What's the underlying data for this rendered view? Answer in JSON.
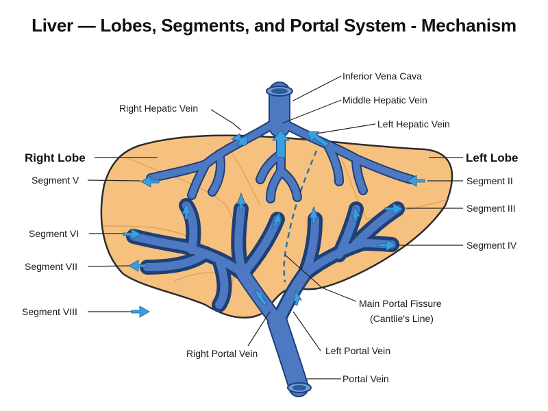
{
  "title": "Liver — Lobes, Segments, and Portal System - Mechanism",
  "labels": {
    "ivc": "Inferior Vena Cava",
    "middle_hepatic_vein": "Middle Hepatic Vein",
    "left_hepatic_vein": "Left Hepatic Vein",
    "right_hepatic_vein": "Right Hepatic Vein",
    "right_lobe": "Right Lobe",
    "left_lobe": "Left Lobe",
    "segment_v": "Segment V",
    "segment_vi": "Segment VI",
    "segment_vii": "Segment VII",
    "segment_viii": "Segment VIII",
    "segment_ii": "Segment II",
    "segment_iii": "Segment III",
    "segment_iv": "Segment IV",
    "fissure_line1": "Main Portal Fissure",
    "fissure_line2": "(Cantlie's Line)",
    "right_portal_vein": "Right Portal Vein",
    "left_portal_vein": "Left Portal Vein",
    "portal_vein": "Portal Vein"
  },
  "colors": {
    "liver": "#f6c17f",
    "vessel": "#4d79c2",
    "arrow": "#3a9fe0",
    "fissure": "#2f6f9e"
  }
}
